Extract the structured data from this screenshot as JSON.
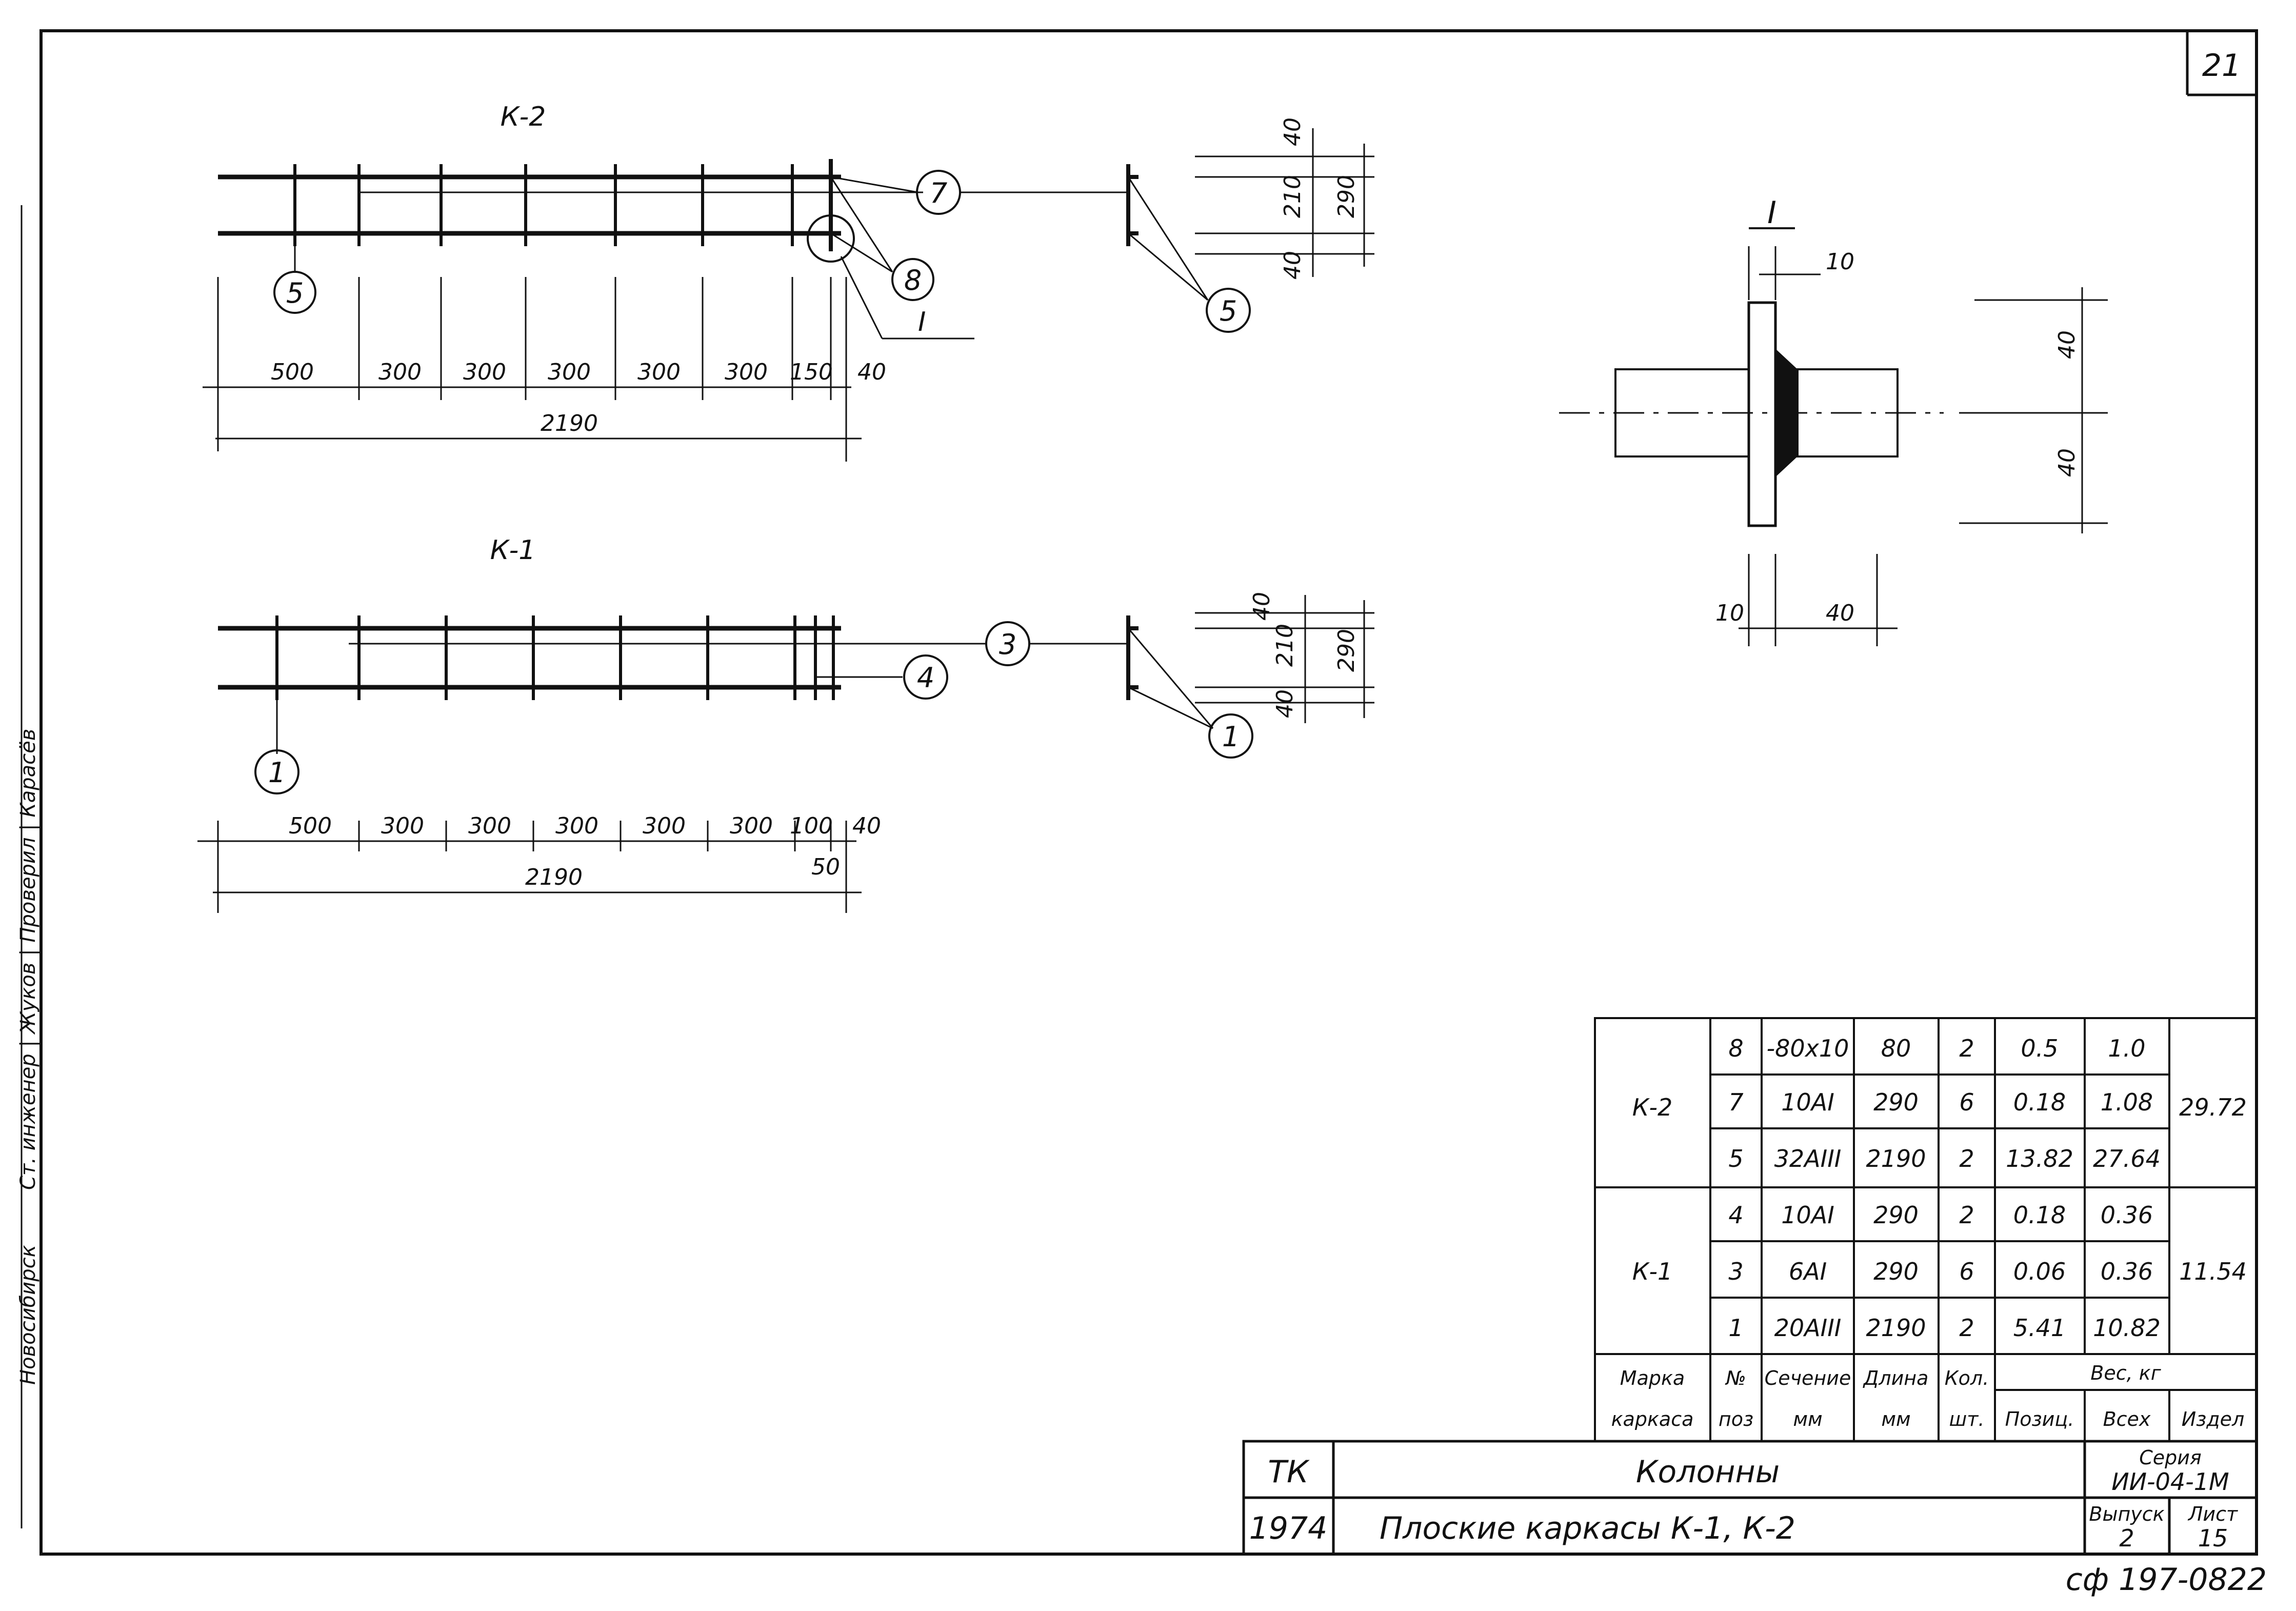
{
  "page_number": "21",
  "footer_code": "сф 197-0822",
  "side_stamp": "Ст. инженер | Жуков | Проверил | Карасёв",
  "side_org": "Новосибирск",
  "k2": {
    "title": "К-2",
    "dims": [
      "500",
      "300",
      "300",
      "300",
      "300",
      "300",
      "150",
      "40"
    ],
    "total": "2190",
    "callouts": [
      "5",
      "7",
      "8",
      "5"
    ],
    "detail_mark": "I",
    "section_dims": [
      "40",
      "210",
      "40",
      "290"
    ]
  },
  "k1": {
    "title": "К-1",
    "dims": [
      "500",
      "300",
      "300",
      "300",
      "300",
      "300",
      "100",
      "40",
      "50"
    ],
    "total": "2190",
    "callouts": [
      "1",
      "3",
      "4",
      "1"
    ],
    "section_dims": [
      "40",
      "210",
      "40",
      "290"
    ]
  },
  "detail": {
    "title": "I",
    "dims": [
      "10",
      "40",
      "40",
      "10",
      "40"
    ]
  },
  "spec": {
    "headers": {
      "mark": [
        "Марка",
        "каркаса"
      ],
      "pos": [
        "№",
        "поз"
      ],
      "section": [
        "Сечение",
        "мм"
      ],
      "length": [
        "Длина",
        "мм"
      ],
      "qty": [
        "Кол.",
        "шт."
      ],
      "weight": "Вес, кг",
      "w_pos": "Позиц.",
      "w_all": "Всех",
      "w_item": "Издел"
    },
    "groups": [
      {
        "mark": "К-2",
        "total": "29.72",
        "rows": [
          [
            "8",
            "-80x10",
            "80",
            "2",
            "0.5",
            "1.0"
          ],
          [
            "7",
            "10АI",
            "290",
            "6",
            "0.18",
            "1.08"
          ],
          [
            "5",
            "32АIII",
            "2190",
            "2",
            "13.82",
            "27.64"
          ]
        ]
      },
      {
        "mark": "К-1",
        "total": "11.54",
        "rows": [
          [
            "4",
            "10АI",
            "290",
            "2",
            "0.18",
            "0.36"
          ],
          [
            "3",
            "6АI",
            "290",
            "6",
            "0.06",
            "0.36"
          ],
          [
            "1",
            "20АIII",
            "2190",
            "2",
            "5.41",
            "10.82"
          ]
        ]
      }
    ]
  },
  "titleblock": {
    "org": "ТК",
    "year": "1974",
    "name": "Колонны",
    "subname": "Плоские   каркасы   К-1,  К-2",
    "series_label": "Серия",
    "series_value": "ИИ-04-1М",
    "issue_label": "Выпуск",
    "issue_value": "2",
    "sheet_label": "Лист",
    "sheet_value": "15"
  }
}
